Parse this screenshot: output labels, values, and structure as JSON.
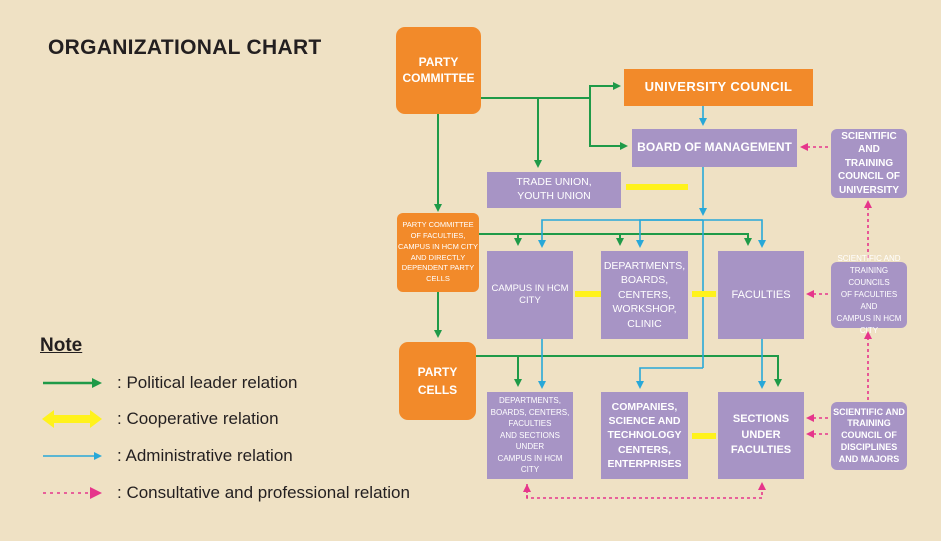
{
  "title": "ORGANIZATIONAL CHART",
  "nodes": {
    "party_committee": "PARTY\nCOMMITTEE",
    "university_council": "UNIVERSITY COUNCIL",
    "board_of_management": "BOARD OF MANAGEMENT",
    "scientific_council_university": "SCIENTIFIC\nAND TRAINING\nCOUNCIL OF\nUNIVERSITY",
    "trade_union": "TRADE UNION,\nYOUTH UNION",
    "party_committee_faculties": "PARTY COMMITTEE\nOF FACULTIES,\nCAMPUS IN HCM CITY\nAND DIRECTLY\nDEPENDENT PARTY CELLS",
    "campus_hcm": "CAMPUS IN HCM CITY",
    "departments_boards": "DEPARTMENTS,\nBOARDS,\nCENTERS,\nWORKSHOP,\nCLINIC",
    "faculties": "FACULTIES",
    "scientific_councils_faculties": "SCIENTIFIC AND\nTRAINING COUNCILS\nOF FACULTIES AND\nCAMPUS IN HCM CITY",
    "party_cells": "PARTY\nCELLS",
    "departments_under_campus": "DEPARTMENTS,\nBOARDS, CENTERS,\nFACULTIES\nAND SECTIONS UNDER\nCAMPUS IN HCM CITY",
    "companies": "COMPANIES,\nSCIENCE AND\nTECHNOLOGY\nCENTERS,\nENTERPRISES",
    "sections_under_faculties": "SECTIONS\nUNDER\nFACULTIES",
    "scientific_council_disciplines": "SCIENTIFIC AND\nTRAINING\nCOUNCIL OF\nDISCIPLINES\nAND MAJORS"
  },
  "legend": {
    "title": "Note",
    "items": [
      {
        "label": ": Political leader relation",
        "color": "#1f9a48"
      },
      {
        "label": ": Cooperative relation",
        "color": "#fff21c"
      },
      {
        "label": ": Administrative relation",
        "color": "#28a8d8"
      },
      {
        "label": ": Consultative and professional relation",
        "color": "#e6358b"
      }
    ]
  },
  "colors": {
    "background": "#efe1c4",
    "orange_box": "#f28a2a",
    "purple_box": "#a794c5",
    "political": "#1f9a48",
    "cooperative": "#fff21c",
    "administrative": "#28a8d8",
    "consultative": "#e6358b"
  }
}
